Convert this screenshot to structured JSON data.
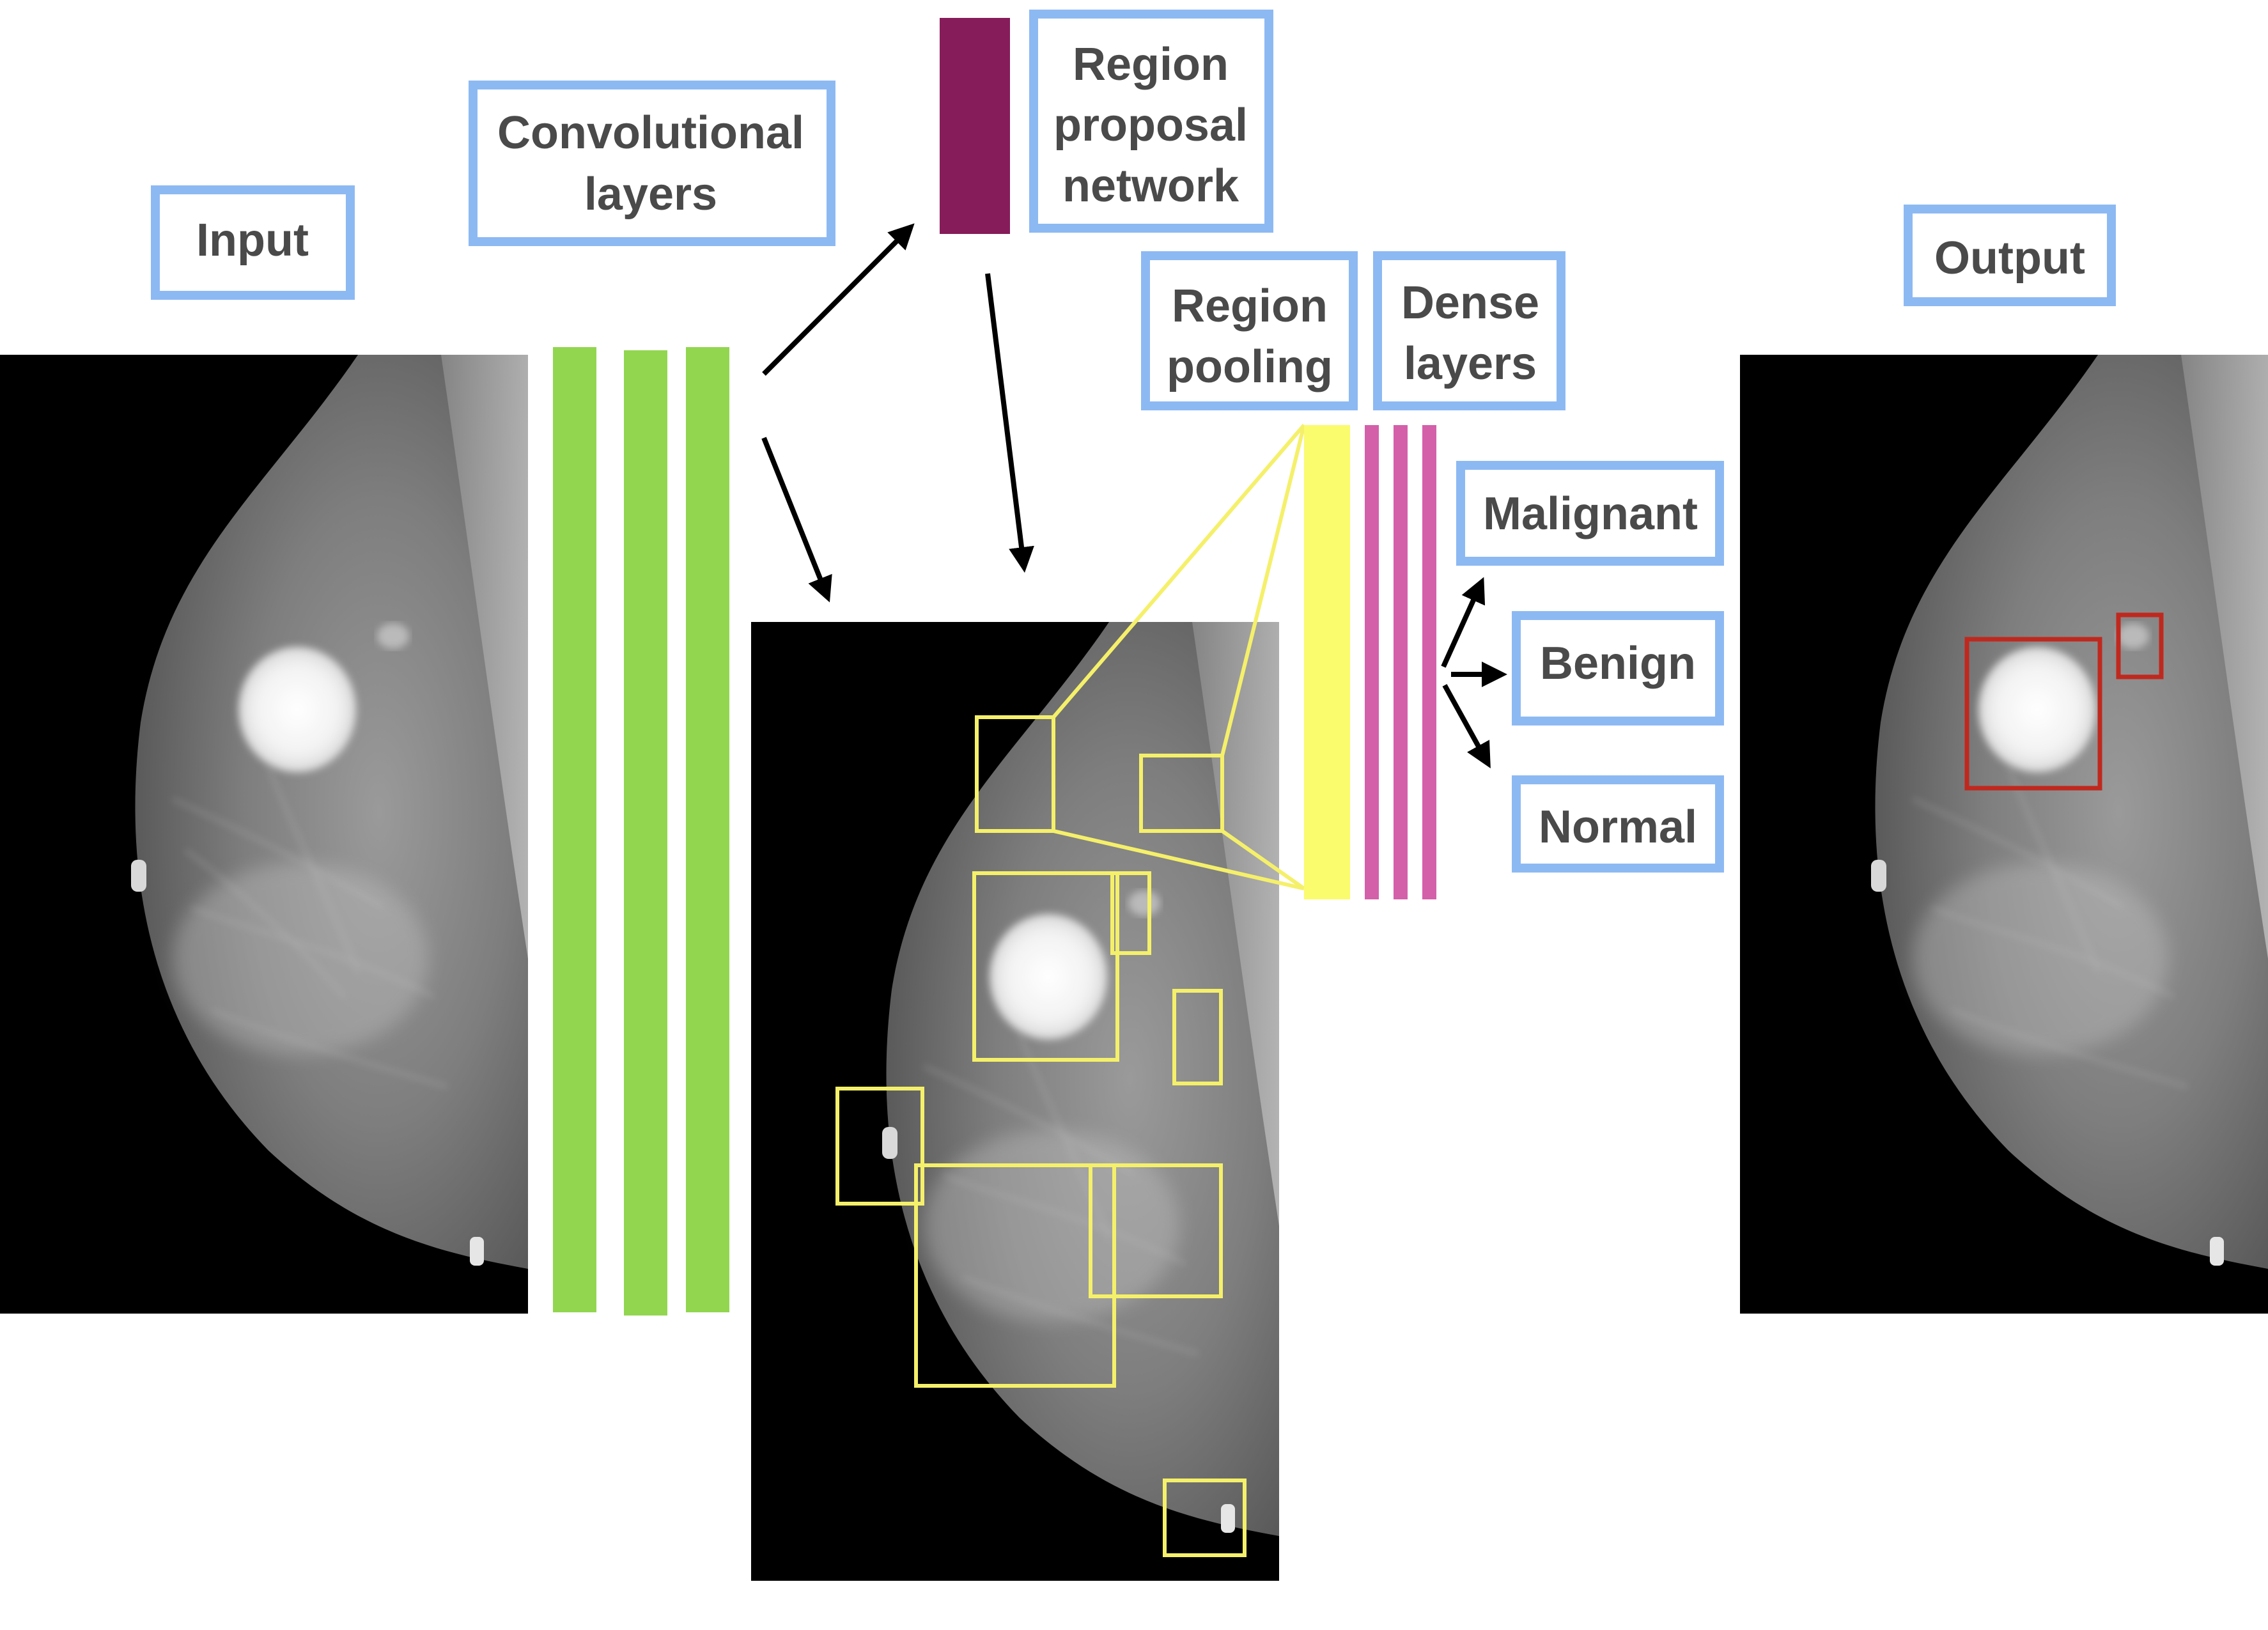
{
  "labels": {
    "input": "Input",
    "conv_line1": "Convolutional",
    "conv_line2": "layers",
    "rpn_line1": "Region",
    "rpn_line2": "proposal",
    "rpn_line3": "network",
    "pool_line1": "Region",
    "pool_line2": "pooling",
    "dense_line1": "Dense",
    "dense_line2": "layers",
    "malignant": "Malignant",
    "benign": "Benign",
    "normal": "Normal",
    "output": "Output"
  },
  "colors": {
    "label_border": "#8db9f3",
    "label_text": "#4a4a4a",
    "conv_layers": "#92d650",
    "rpn_block": "#861c5a",
    "region_pooling": "#fbfb6e",
    "dense_layers": "#d460aa",
    "proposal_boxes": "#f5f06a",
    "detection_boxes": "#c0281e",
    "arrows": "#000000"
  },
  "icons": {
    "input_image": "mammogram-image",
    "proposals_image": "mammogram-image",
    "output_image": "mammogram-image"
  }
}
